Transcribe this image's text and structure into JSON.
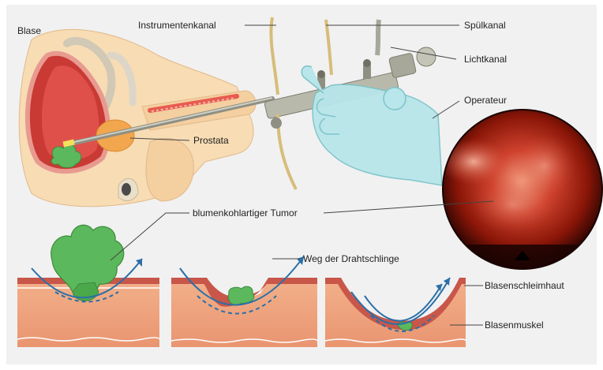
{
  "labels": {
    "blase": "Blase",
    "instrumentenkanal": "Instrumentenkanal",
    "spuelkanal": "Spülkanal",
    "lichtkanal": "Lichtkanal",
    "operateur": "Operateur",
    "prostata": "Prostata",
    "tumor": "blumenkohlartiger Tumor",
    "drahtschlinge": "Weg der Drahtschlinge",
    "schleimhaut": "Blasenschleimhaut",
    "muskel": "Blasenmuskel"
  },
  "colors": {
    "background": "#f1f1f1",
    "skin": "#f7dcb4",
    "bladder_red": "#d8403b",
    "prostate_orange": "#f2a64e",
    "tumor_green": "#5cb85c",
    "glove_blue": "#b8e6ea",
    "muscle_salmon": "#f0a37c",
    "mucosa": "#c8574a",
    "loop_path_blue": "#2a6fa8",
    "endoscope_grey": "#a7a79a",
    "camera_red": "#b02818"
  }
}
